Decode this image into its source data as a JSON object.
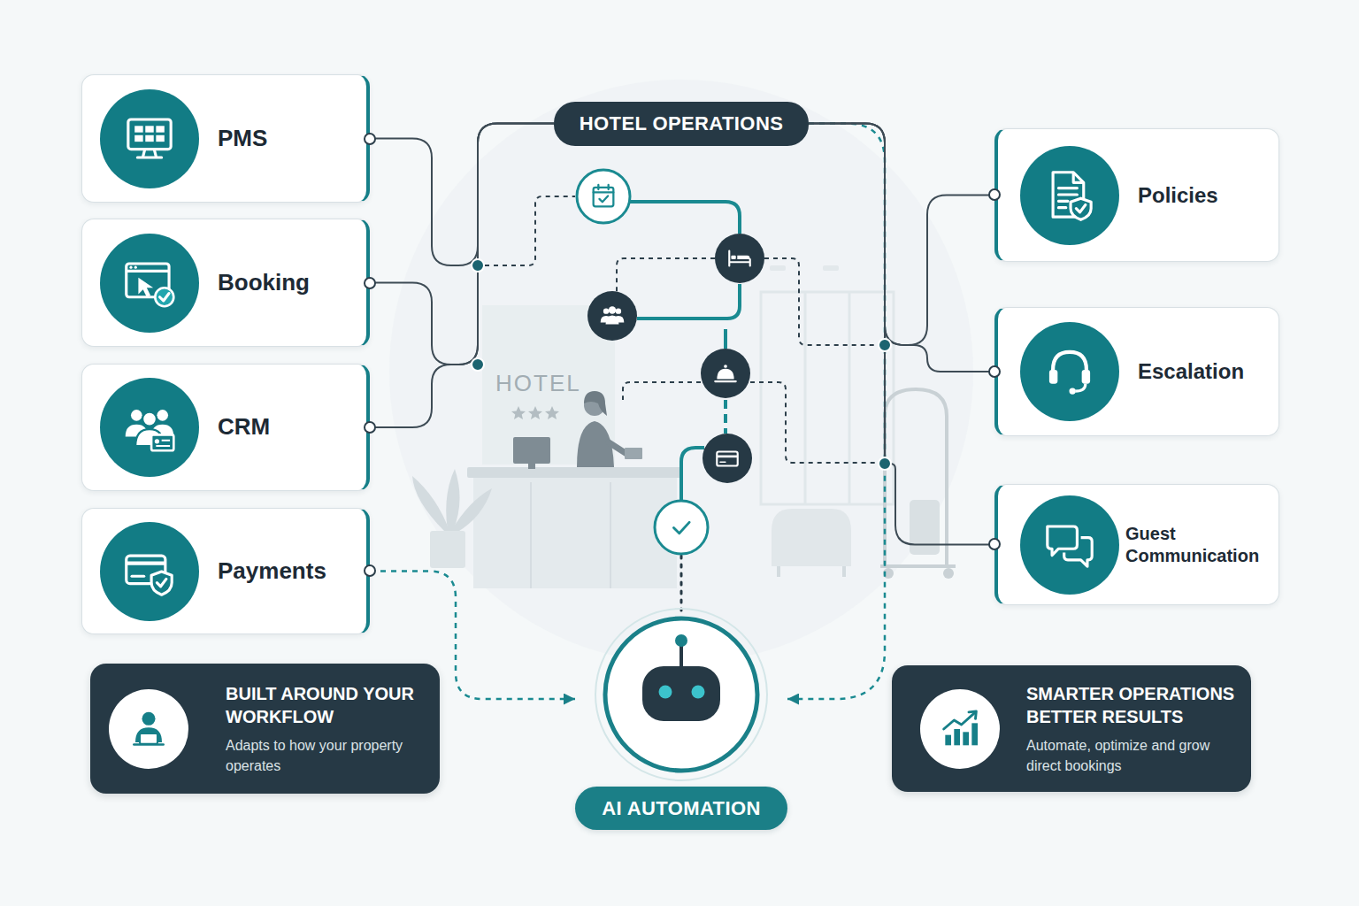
{
  "diagram": {
    "nodes": [
      {
        "text": [
          "PMS"
        ]
      },
      {
        "text": [
          "Booking"
        ]
      },
      {
        "text": [
          "CRM"
        ]
      },
      {
        "text": [
          "Payments"
        ]
      },
      {
        "text": [
          "HOTEL OPERATIONS"
        ]
      },
      {
        "text": [
          "Policies"
        ]
      },
      {
        "text": [
          "Escalation"
        ]
      },
      {
        "text": [
          "Guest Communication"
        ]
      },
      {
        "text": [
          "BUILT AROUND YOUR WORKFLOW",
          "Adapts to how your property operates"
        ]
      },
      {
        "text": [
          "AI AUTOMATION"
        ]
      },
      {
        "text": [
          "SMARTER OPERATIONS BETTER RESULTS",
          "Automate, optimize and grow direct bookings"
        ]
      }
    ],
    "edges": [
      {
        "from": 0,
        "to": 4,
        "arrow": "none"
      },
      {
        "from": 1,
        "to": 4,
        "arrow": "none"
      },
      {
        "from": 2,
        "to": 4,
        "arrow": "none"
      },
      {
        "from": 5,
        "to": 4,
        "arrow": "none"
      },
      {
        "from": 6,
        "to": 4,
        "arrow": "none"
      },
      {
        "from": 7,
        "to": 4,
        "arrow": "none"
      },
      {
        "from": 3,
        "to": 9,
        "arrow": "to"
      },
      {
        "from": 4,
        "to": 9,
        "arrow": "to"
      }
    ],
    "labels": [
      "HOTEL"
    ]
  }
}
